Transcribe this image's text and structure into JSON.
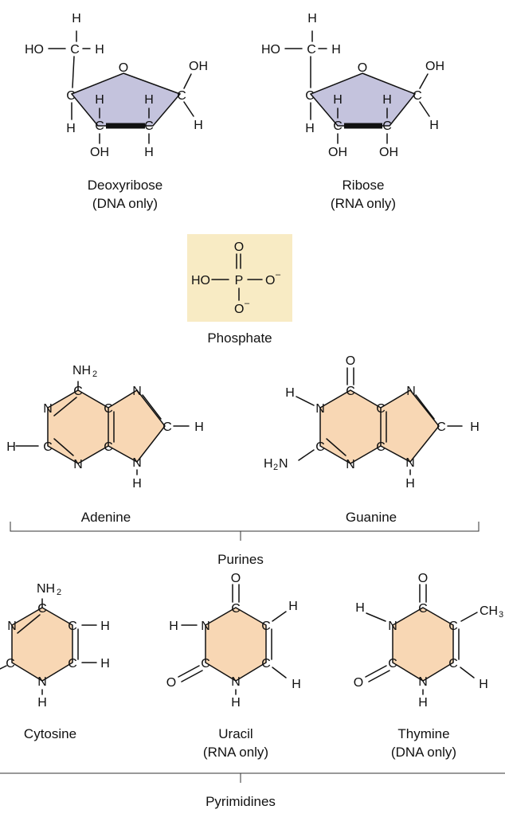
{
  "colors": {
    "sugar_ring": "#c4c3dd",
    "base_ring": "#f8d7b4",
    "phosphate_box": "#f8ebc4"
  },
  "labels": {
    "deoxyribose_name": "Deoxyribose",
    "deoxyribose_note": "(DNA only)",
    "ribose_name": "Ribose",
    "ribose_note": "(RNA only)",
    "phosphate_name": "Phosphate",
    "adenine_name": "Adenine",
    "guanine_name": "Guanine",
    "purines_group": "Purines",
    "cytosine_name": "Cytosine",
    "uracil_name": "Uracil",
    "uracil_note": "(RNA only)",
    "thymine_name": "Thymine",
    "thymine_note": "(DNA only)",
    "pyrimidines_group": "Pyrimidines"
  },
  "atoms": {
    "h": "H",
    "c": "C",
    "o": "O",
    "n": "N",
    "p": "P",
    "oh": "OH",
    "ho": "HO",
    "nh2_base": "NH",
    "h2n_h": "H",
    "h2n_n": "N",
    "ch3_base": "CH",
    "subscript_2": "2",
    "subscript_3": "3",
    "o_minus": "O",
    "charge_minus": "–"
  }
}
